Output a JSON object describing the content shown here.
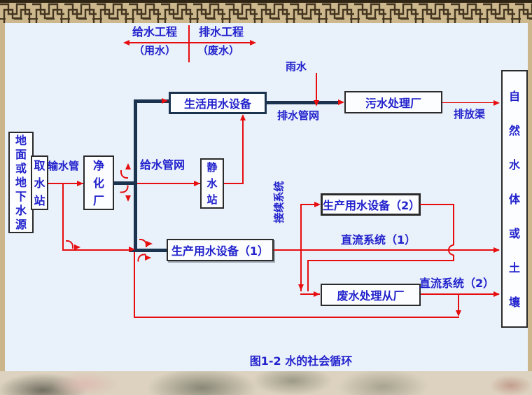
{
  "title": {
    "caption": "图1-2 水的社会循环"
  },
  "header": {
    "supply_title": "给水工程",
    "drainage_title": "排水工程",
    "supply_sub": "（用水）",
    "drainage_sub": "（废水）"
  },
  "boxes": {
    "source": "地面或地下水源",
    "intake": "取水站",
    "purification": "净化厂",
    "storage": "静水站",
    "domestic": "生活用水设备",
    "sewage": "污水处理厂",
    "nature": "自然水体或土壤",
    "production1": "生产用水设备（1）",
    "production2": "生产用水设备（2）",
    "wastewater": "废水处理从厂"
  },
  "labels": {
    "transmission_pipe": "输水管",
    "supply_network": "给水管网",
    "rain": "雨水",
    "drainage_network": "排水管网",
    "discharge_channel": "排放渠",
    "sequential_system": "接续系统",
    "once_through_1": "直流系统（1）",
    "once_through_2": "直流系统（2）"
  },
  "colors": {
    "flow_red": "#e60e0e",
    "pipe_dark": "#1c3350",
    "text_blue": "#2222cc",
    "paper_bg": "#e9f1fb"
  }
}
